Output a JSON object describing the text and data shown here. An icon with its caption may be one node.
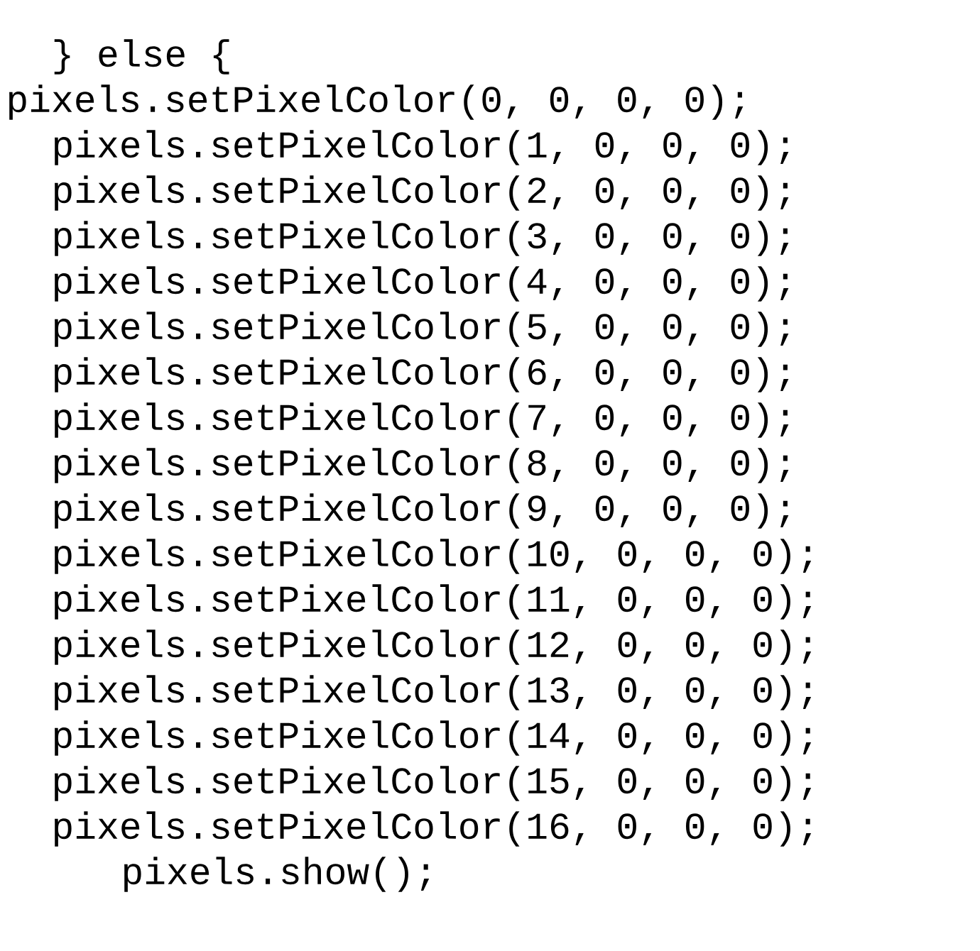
{
  "diagram": {
    "labels": [
      "} else {",
      "pixels.setPixelColor(0, 0, 0, 0);",
      "pixels.setPixelColor(1, 0, 0, 0);",
      "pixels.setPixelColor(2, 0, 0, 0);",
      "pixels.setPixelColor(3, 0, 0, 0);",
      "pixels.setPixelColor(4, 0, 0, 0);",
      "pixels.setPixelColor(5, 0, 0, 0);",
      "pixels.setPixelColor(6, 0, 0, 0);",
      "pixels.setPixelColor(7, 0, 0, 0);",
      "pixels.setPixelColor(8, 0, 0, 0);",
      "pixels.setPixelColor(9, 0, 0, 0);",
      "pixels.setPixelColor(10, 0, 0, 0);",
      "pixels.setPixelColor(11, 0, 0, 0);",
      "pixels.setPixelColor(12, 0, 0, 0);",
      "pixels.setPixelColor(13, 0, 0, 0);",
      "pixels.setPixelColor(14, 0, 0, 0);",
      "pixels.setPixelColor(15, 0, 0, 0);",
      "pixels.setPixelColor(16, 0, 0, 0);",
      "pixels.show();"
    ]
  }
}
